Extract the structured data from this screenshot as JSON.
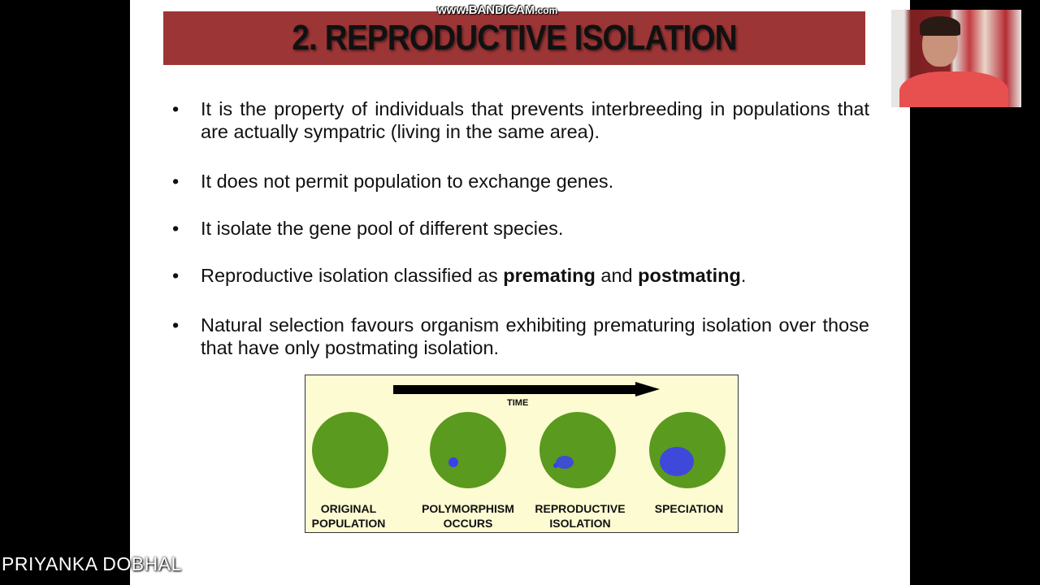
{
  "watermark": {
    "main": "www.BANDICAM",
    "suffix": ".com"
  },
  "slide": {
    "title": "2. REPRODUCTIVE ISOLATION",
    "title_bar_color": "#9c3535",
    "bullets": [
      {
        "text": "It is the property of individuals that prevents interbreeding in populations that are actually sympatric (living in the same area)."
      },
      {
        "text": "It does not permit population to exchange genes."
      },
      {
        "text": "It isolate the gene pool of different species."
      },
      {
        "parts": [
          "Reproductive isolation classified as ",
          "premating",
          " and ",
          "postmating",
          "."
        ]
      },
      {
        "text": "Natural selection favours organism exhibiting prematuring isolation over those that have only postmating isolation."
      }
    ],
    "bullet_glyph": "•"
  },
  "diagram": {
    "axis_label": "TIME",
    "stages": [
      {
        "line1": "ORIGINAL",
        "line2": "POPULATION"
      },
      {
        "line1": "POLYMORPHISM",
        "line2": "OCCURS"
      },
      {
        "line1": "REPRODUCTIVE",
        "line2": "ISOLATION"
      },
      {
        "line1": "SPECIATION",
        "line2": ""
      }
    ],
    "colors": {
      "background": "#fdfbd2",
      "population": "#5a9a1e",
      "variant": "#3b3ff0"
    }
  },
  "webcam": {
    "label": "presenter-webcam"
  },
  "presenter": {
    "name": "PRIYANKA DOBHAL"
  }
}
